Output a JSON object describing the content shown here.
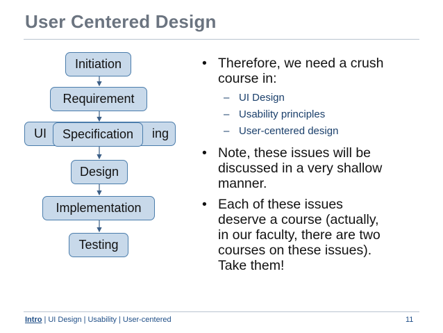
{
  "slide": {
    "title": "User Centered Design",
    "page_number": "11"
  },
  "diagram": {
    "stages": [
      "Initiation",
      "Requirement",
      "Specification",
      "Design",
      "Implementation",
      "Testing"
    ],
    "overlapped_box": {
      "left_text": "UI",
      "right_text": "ing"
    },
    "colors": {
      "box_fill": "#c8d9ea",
      "box_border": "#4a7cab",
      "arrow": "#3c5f86"
    }
  },
  "bullets": [
    {
      "text": "Therefore, we need a crush course in:",
      "lines": [
        "Therefore, we need a crush",
        "course in:"
      ],
      "sub": [
        "UI Design",
        "Usability principles",
        "User-centered design"
      ]
    },
    {
      "text": "Note, these issues will be discussed in a very shallow manner.",
      "lines": [
        "Note, these issues will be",
        "discussed in a very shallow",
        "manner."
      ]
    },
    {
      "text": "Each of these issues deserve a course (actually, in our faculty, there are two courses on these issues). Take them!",
      "lines": [
        "Each of these issues",
        "deserve a course (actually,",
        "in our faculty, there are two",
        "courses on these issues).",
        "Take them!"
      ]
    }
  ],
  "footer": {
    "items": [
      "Intro",
      "UI Design",
      "Usability",
      "User-centered"
    ],
    "current": "Intro",
    "separator": "|"
  }
}
